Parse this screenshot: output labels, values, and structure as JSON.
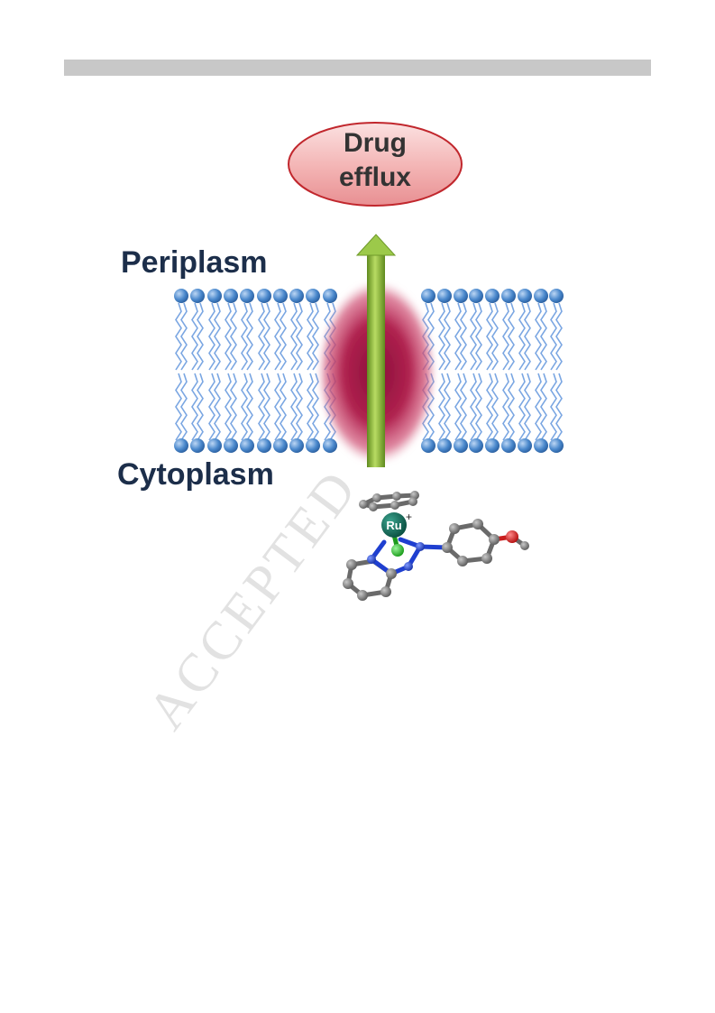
{
  "figure": {
    "efflux_label_line1": "Drug",
    "efflux_label_line2": "efflux",
    "periplasm_label": "Periplasm",
    "cytoplasm_label": "Cytoplasm",
    "metal_atom_label": "Ru",
    "charge_label": "+",
    "lipid_head_color": "#4a88cc",
    "lipid_tail_color": "#7aa6e2",
    "pump_color": "#b0224f",
    "arrow_color": "#8ab53a",
    "carbon_color": "#7f7f7f",
    "nitrogen_color": "#1f3fd0",
    "oxygen_color": "#e01818",
    "chlorine_color": "#22c422",
    "ruthenium_color": "#0f6e5c"
  },
  "watermark": {
    "text": "ACCEPTED"
  }
}
